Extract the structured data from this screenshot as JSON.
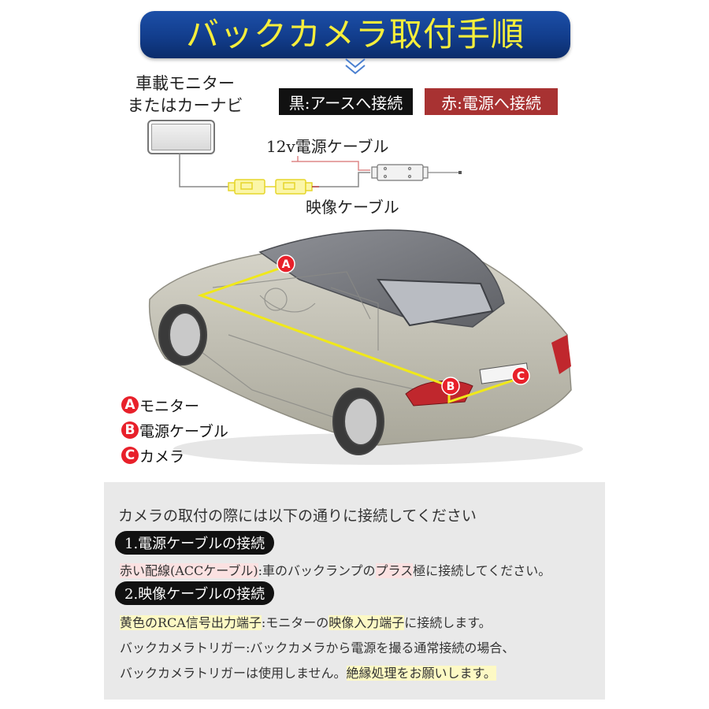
{
  "header": {
    "title": "バックカメラ取付手順"
  },
  "wiring_diagram": {
    "monitor_label_line1": "車載モニター",
    "monitor_label_line2": "またはカーナビ",
    "badge_black": "黒:アースへ接続",
    "badge_red": "赤:電源へ接続",
    "power_cable_label": "12v電源ケーブル",
    "video_cable_label": "映像ケーブル",
    "colors": {
      "black_wire": "#111111",
      "red_wire": "#a83232",
      "video_connector": "#f2e640"
    }
  },
  "car_illustration": {
    "markers": [
      {
        "letter": "A"
      },
      {
        "letter": "B"
      },
      {
        "letter": "C"
      }
    ],
    "route_color": "#f0e81a"
  },
  "legend": {
    "items": [
      {
        "letter": "A",
        "label": "モニター"
      },
      {
        "letter": "B",
        "label": "電源ケーブル"
      },
      {
        "letter": "C",
        "label": "カメラ"
      }
    ],
    "marker_color": "#e8202a"
  },
  "instructions": {
    "intro": "カメラの取付の際には以下の通りに接続してください",
    "section1": {
      "heading": "1.電源ケーブルの接続",
      "line_hl1": "赤い配線(ACCケーブル)",
      "line_mid": ":車のバックランプの",
      "line_hl2": "プラス",
      "line_end": "極に接続してください。"
    },
    "section2": {
      "heading": "2.映像ケーブルの接続",
      "line1_hl1": "黄色のRCA信号出力端子",
      "line1_mid": ":モニターの",
      "line1_hl2": "映像入力端子",
      "line1_end": "に接続します。",
      "line2": "バックカメラトリガー:バックカメラから電源を撮る通常接続の場合、",
      "line3_start": "バックカメラトリガーは使用しません。",
      "line3_hl": "絶縁処理をお願いします。"
    }
  }
}
